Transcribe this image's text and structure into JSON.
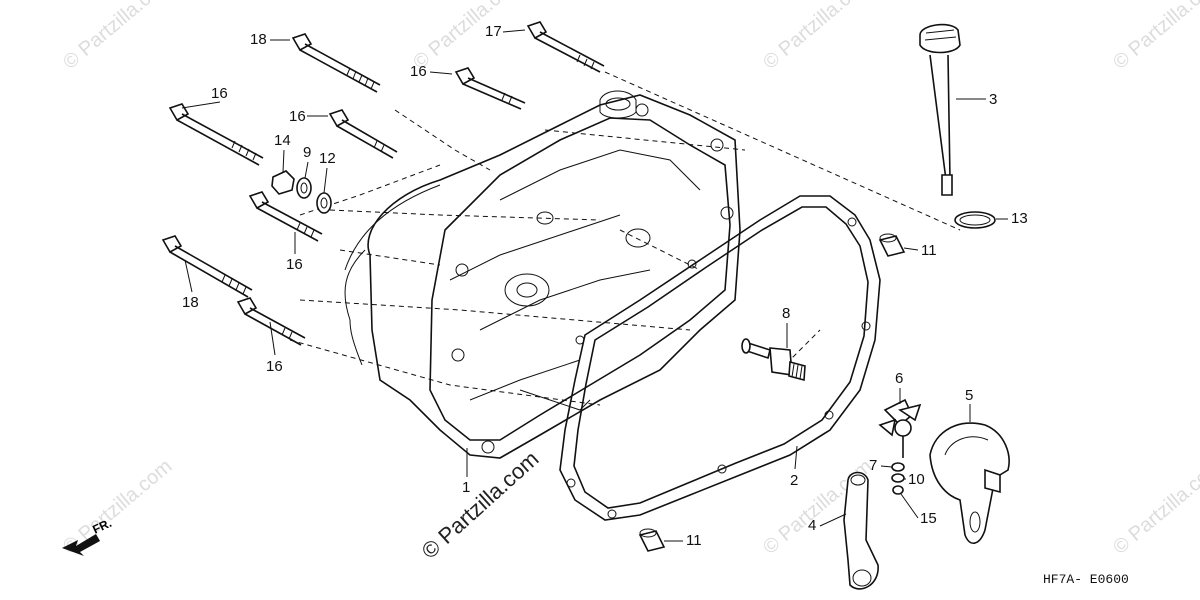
{
  "diagram_code": "HF7A- E0600",
  "direction_label": "FR.",
  "watermarks": {
    "main": "© Partzilla.com",
    "faint": "© Partzilla.com"
  },
  "callouts": [
    {
      "id": "c18a",
      "label": "18"
    },
    {
      "id": "c17",
      "label": "17"
    },
    {
      "id": "c16a",
      "label": "16"
    },
    {
      "id": "c16b",
      "label": "16"
    },
    {
      "id": "c16c",
      "label": "16"
    },
    {
      "id": "c14",
      "label": "14"
    },
    {
      "id": "c9",
      "label": "9"
    },
    {
      "id": "c12",
      "label": "12"
    },
    {
      "id": "c16d",
      "label": "16"
    },
    {
      "id": "c18b",
      "label": "18"
    },
    {
      "id": "c16e",
      "label": "16"
    },
    {
      "id": "c3",
      "label": "3"
    },
    {
      "id": "c13",
      "label": "13"
    },
    {
      "id": "c11a",
      "label": "11"
    },
    {
      "id": "c8",
      "label": "8"
    },
    {
      "id": "c6",
      "label": "6"
    },
    {
      "id": "c5",
      "label": "5"
    },
    {
      "id": "c7",
      "label": "7"
    },
    {
      "id": "c10",
      "label": "10"
    },
    {
      "id": "c15",
      "label": "15"
    },
    {
      "id": "c4",
      "label": "4"
    },
    {
      "id": "c2",
      "label": "2"
    },
    {
      "id": "c1",
      "label": "1"
    },
    {
      "id": "c11b",
      "label": "11"
    }
  ]
}
